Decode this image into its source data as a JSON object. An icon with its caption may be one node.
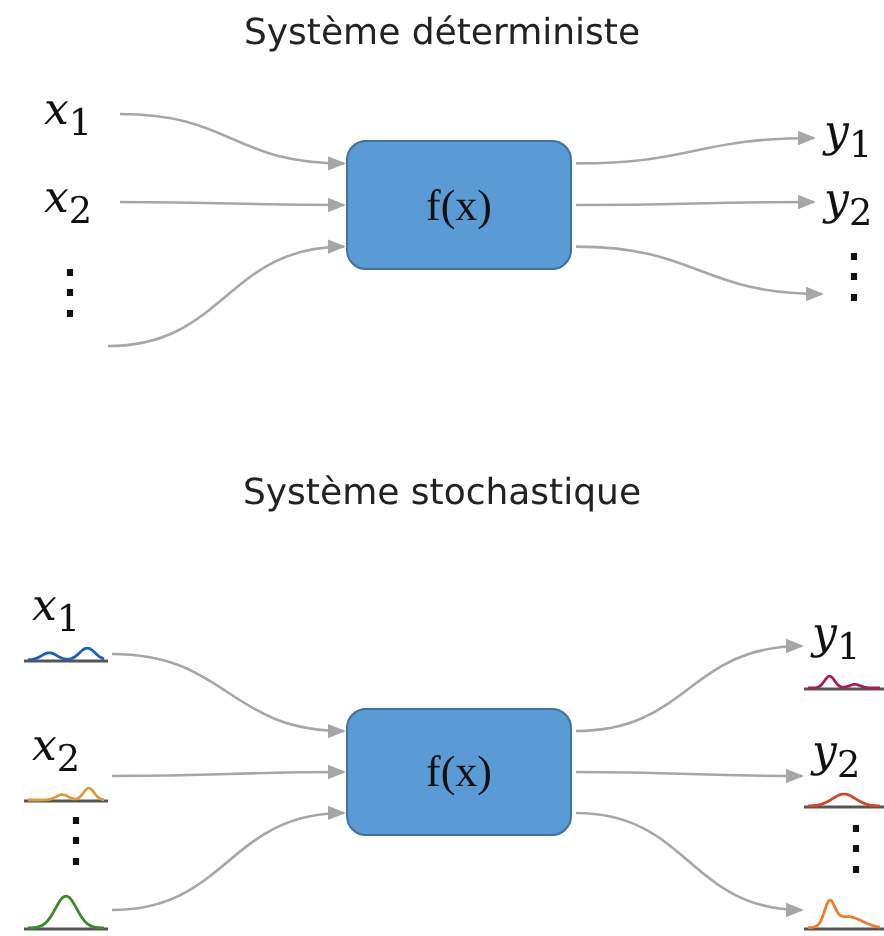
{
  "diagram": {
    "nodes": [
      {
        "text": [
          "*x*$_{1}$"
        ]
      },
      {
        "text": [
          "*x*$_{2}$"
        ]
      },
      {
        "text": [
          "⋮"
        ]
      },
      {
        "text": [
          "f(x)"
        ]
      },
      {
        "text": [
          "*y*$_{1}$"
        ]
      },
      {
        "text": [
          "*y*$_{2}$"
        ]
      },
      {
        "text": [
          "⋮"
        ]
      },
      {
        "text": [
          "*x*$_{1}$"
        ]
      },
      {
        "text": [
          "*x*$_{2}$"
        ]
      },
      {
        "text": [],
        "shape": "picture"
      },
      {
        "text": [
          "f(x)"
        ]
      },
      {
        "text": [
          "*y*$_{1}$"
        ]
      },
      {
        "text": [
          "*y*$_{2}$"
        ]
      },
      {
        "text": [],
        "shape": "picture"
      }
    ],
    "edges": [
      {
        "from": 0,
        "to": 3,
        "arrow": "to"
      },
      {
        "from": 1,
        "to": 3,
        "arrow": "to"
      },
      {
        "from": 2,
        "to": 3,
        "arrow": "to"
      },
      {
        "from": 3,
        "to": 4,
        "arrow": "to"
      },
      {
        "from": 3,
        "to": 5,
        "arrow": "to"
      },
      {
        "from": 3,
        "to": 6,
        "arrow": "to"
      },
      {
        "from": 7,
        "to": 10,
        "arrow": "to"
      },
      {
        "from": 8,
        "to": 10,
        "arrow": "to"
      },
      {
        "from": 9,
        "to": 10,
        "arrow": "to"
      },
      {
        "from": 10,
        "to": 11,
        "arrow": "to"
      },
      {
        "from": 10,
        "to": 12,
        "arrow": "to"
      },
      {
        "from": 10,
        "to": 13,
        "arrow": "to"
      }
    ],
    "labels": [
      "Système déterministe",
      "Système stochastique",
      "⋮",
      "⋮"
    ]
  }
}
